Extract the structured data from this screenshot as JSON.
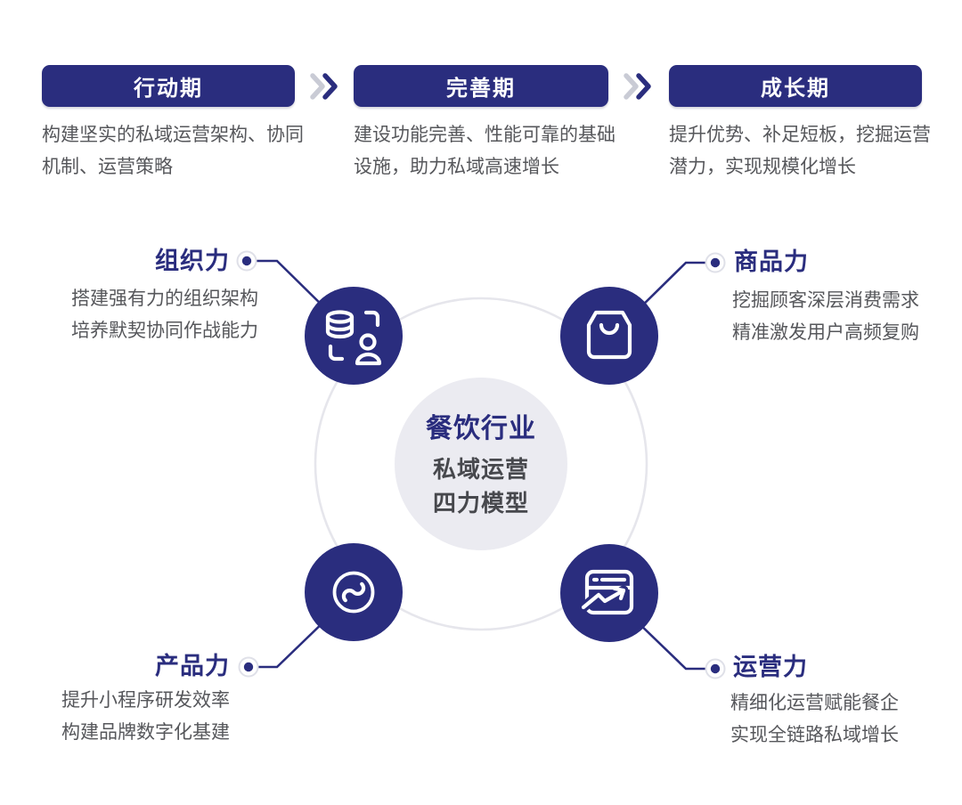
{
  "colors": {
    "navy": "#2a2d7e",
    "gray_text": "#56575b",
    "ring": "#e6e6ec",
    "center_fill": "#ebebf1",
    "dot_halo": "#dfe0e8",
    "chevron_gray": "#c9cbd5"
  },
  "phases": [
    {
      "title": "行动期",
      "description": "构建坚实的私域运营架构、协同机制、运营策略"
    },
    {
      "title": "完善期",
      "description": "建设功能完善、性能可靠的基础设施，助力私域高速增长"
    },
    {
      "title": "成长期",
      "description": "提升优势、补足短板，挖掘运营潜力，实现规模化增长"
    }
  ],
  "model": {
    "center": {
      "line1": "餐饮行业",
      "line2": "私域运营",
      "line3": "四力模型"
    },
    "forces": [
      {
        "id": "organization",
        "position": "top-left",
        "label": "组织力",
        "description": "搭建强有力的组织架构\n培养默契协同作战能力",
        "icon": "database-person-icon"
      },
      {
        "id": "merchandise",
        "position": "top-right",
        "label": "商品力",
        "description": "挖掘顾客深层消费需求\n精准激发用户高频复购",
        "icon": "shopping-bag-icon"
      },
      {
        "id": "product",
        "position": "bottom-left",
        "label": "产品力",
        "description": "提升小程序研发效率\n构建品牌数字化基建",
        "icon": "mini-program-icon"
      },
      {
        "id": "operation",
        "position": "bottom-right",
        "label": "运营力",
        "description": "精细化运营赋能餐企\n实现全链路私域增长",
        "icon": "dashboard-chart-icon"
      }
    ]
  }
}
